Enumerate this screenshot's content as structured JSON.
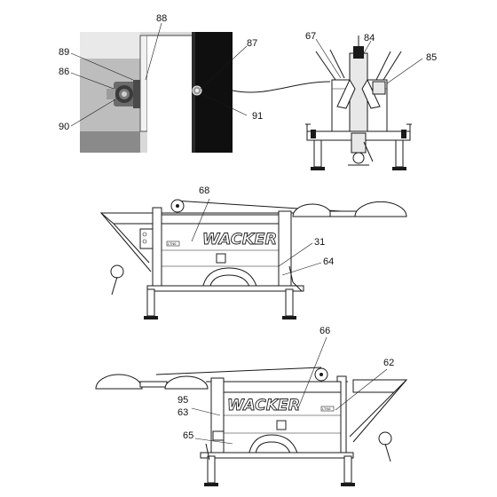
{
  "callouts": {
    "c62": "62",
    "c63": "63",
    "c64": "64",
    "c65": "65",
    "c66": "66",
    "c67": "67",
    "c68": "68",
    "c84": "84",
    "c85": "85",
    "c86": "86",
    "c87": "87",
    "c88": "88",
    "c89": "89",
    "c90": "90",
    "c91": "91",
    "c95": "95",
    "c31": "31"
  },
  "brand": {
    "middle_logo": "WACKER",
    "bottom_logo": "WACKER",
    "middle_plate": "LTN6",
    "bottom_plate": "LTN6"
  }
}
